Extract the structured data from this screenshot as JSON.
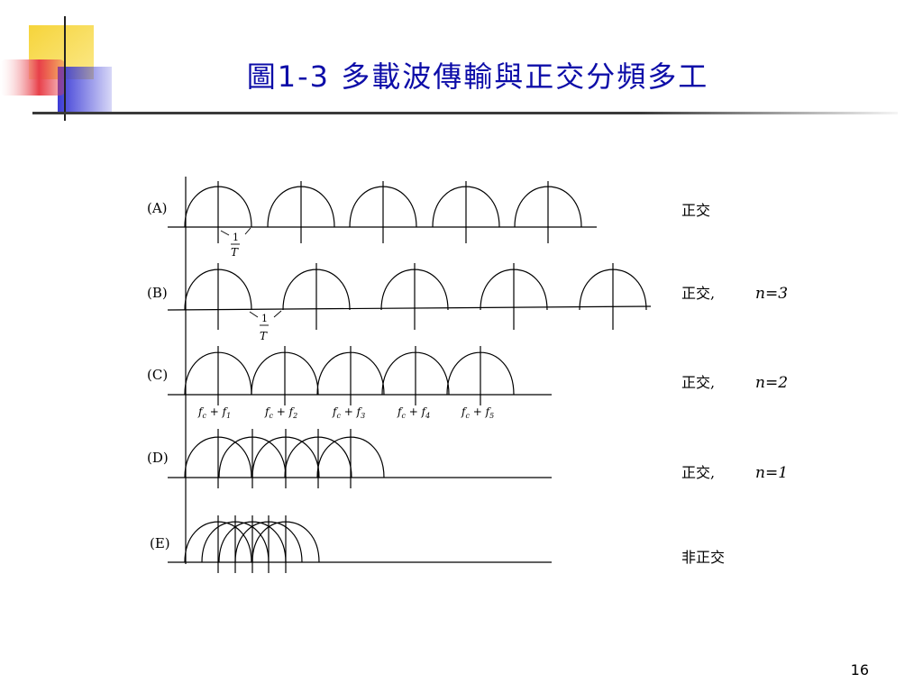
{
  "slide": {
    "title": "圖1-3 多載波傳輸與正交分頻多工",
    "page_number": "16"
  },
  "colors": {
    "title": "#0d0da8",
    "logo_yellow": "#f6d43a",
    "logo_blue": "#3a3ad6",
    "logo_red": "#e8404a"
  },
  "diagram": {
    "rows": [
      {
        "label": "(A)",
        "note": "正交",
        "n": ""
      },
      {
        "label": "(B)",
        "note": "正交,",
        "n": "n=3"
      },
      {
        "label": "(C)",
        "note": "正交,",
        "n": "n=2"
      },
      {
        "label": "(D)",
        "note": "正交,",
        "n": "n=1"
      },
      {
        "label": "(E)",
        "note": "非正交",
        "n": ""
      }
    ],
    "spacing_marks": [
      {
        "num": "1",
        "den": "T"
      },
      {
        "num": "1",
        "den": "T"
      }
    ],
    "freq_labels": [
      "f_c + f_1",
      "f_c + f_2",
      "f_c + f_3",
      "f_c + f_4",
      "f_c + f_5"
    ],
    "freq_subscripts": [
      "1",
      "2",
      "3",
      "4",
      "5"
    ]
  }
}
